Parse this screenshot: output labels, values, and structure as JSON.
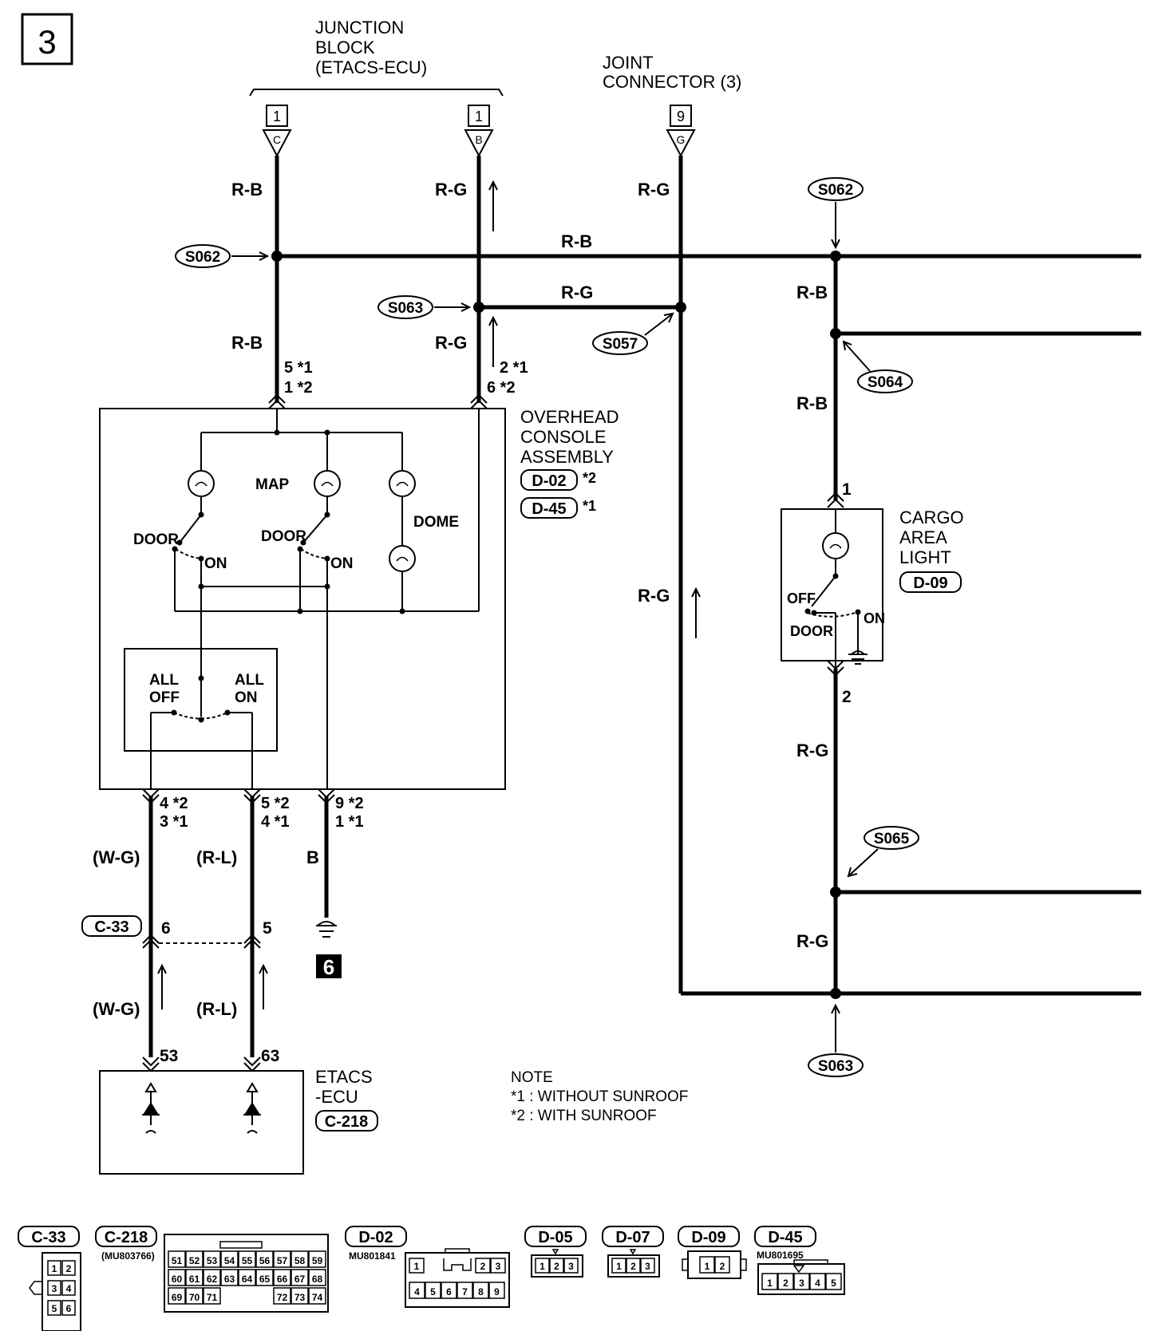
{
  "page_number": "3",
  "junction_block": {
    "line1": "JUNCTION",
    "line2": "BLOCK",
    "line3": "(ETACS-ECU)",
    "pin_left": "1",
    "pin_left_letter": "C",
    "pin_right": "1",
    "pin_right_letter": "B"
  },
  "joint_connector": {
    "line1": "JOINT",
    "line2": "CONNECTOR (3)",
    "pin": "9",
    "pin_letter": "G"
  },
  "wires": {
    "rb": "R-B",
    "rg": "R-G",
    "wg": "(W-G)",
    "rl": "(R-L)",
    "b": "B"
  },
  "splices": {
    "s062": "S062",
    "s063": "S063",
    "s057": "S057",
    "s064": "S064",
    "s065": "S065"
  },
  "overhead_console": {
    "line1": "OVERHEAD",
    "line2": "CONSOLE",
    "line3": "ASSEMBLY",
    "conn_a": "D-02",
    "conn_a_note": "*2",
    "conn_b": "D-45",
    "conn_b_note": "*1",
    "pin_top_left_1": "5 *1",
    "pin_top_left_2": "1 *2",
    "pin_top_right_1": "2 *1",
    "pin_top_right_2": "6 *2",
    "pin_b1_1": "4 *2",
    "pin_b1_2": "3 *1",
    "pin_b2_1": "5 *2",
    "pin_b2_2": "4 *1",
    "pin_b3_1": "9 *2",
    "pin_b3_2": "1 *1",
    "map": "MAP",
    "dome": "DOME",
    "door": "DOOR",
    "on": "ON",
    "all_off_1": "ALL",
    "all_off_2": "OFF",
    "all_on_1": "ALL",
    "all_on_2": "ON"
  },
  "cargo_light": {
    "line1": "CARGO",
    "line2": "AREA",
    "line3": "LIGHT",
    "conn": "D-09",
    "pin_top": "1",
    "pin_bottom": "2",
    "off": "OFF",
    "on": "ON",
    "door": "DOOR"
  },
  "c33": {
    "label": "C-33",
    "pin6": "6",
    "pin5": "5"
  },
  "ground": "6",
  "etacs": {
    "line1": "ETACS",
    "line2": "-ECU",
    "conn": "C-218",
    "pin53": "53",
    "pin63": "63"
  },
  "note": {
    "title": "NOTE",
    "n1": "*1 : WITHOUT SUNROOF",
    "n2": "*2 : WITH SUNROOF"
  },
  "connectors": {
    "c33": {
      "label": "C-33",
      "pins": [
        "1",
        "2",
        "3",
        "4",
        "5",
        "6"
      ]
    },
    "c218": {
      "label": "C-218",
      "part": "(MU803766)",
      "row1": [
        "51",
        "52",
        "53",
        "54",
        "55",
        "56",
        "57",
        "58",
        "59"
      ],
      "row2": [
        "60",
        "61",
        "62",
        "63",
        "64",
        "65",
        "66",
        "67",
        "68"
      ],
      "row3": [
        "69",
        "70",
        "71",
        "72",
        "73",
        "74"
      ]
    },
    "d02": {
      "label": "D-02",
      "part": "MU801841",
      "row1": [
        "1",
        "2",
        "3"
      ],
      "row2": [
        "4",
        "5",
        "6",
        "7",
        "8",
        "9"
      ]
    },
    "d05": {
      "label": "D-05",
      "pins": [
        "1",
        "2",
        "3"
      ]
    },
    "d07": {
      "label": "D-07",
      "pins": [
        "1",
        "2",
        "3"
      ]
    },
    "d09": {
      "label": "D-09",
      "pins": [
        "1",
        "2"
      ]
    },
    "d45": {
      "label": "D-45",
      "part": "MU801695",
      "pins": [
        "1",
        "2",
        "3",
        "4",
        "5"
      ]
    }
  }
}
